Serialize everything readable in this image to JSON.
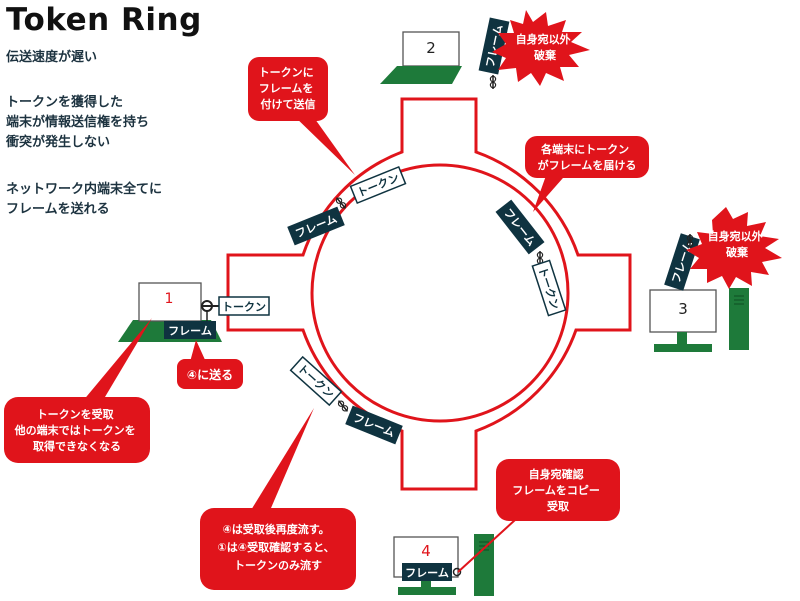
{
  "title": "Token Ring",
  "notes": {
    "speed": "伝送速度が遅い",
    "token_rule": "トークンを獲得した\n端末が情報送信権を持ち\n衝突が発生しない",
    "broadcast": "ネットワーク内端末全てに\nフレームを送れる"
  },
  "terminals": {
    "t1": "1",
    "t2": "2",
    "t3": "3",
    "t4": "4"
  },
  "tags": {
    "token": "トークン",
    "frame": "フレーム"
  },
  "callouts": {
    "attach_send": "トークンに\nフレームを\n付けて送信",
    "deliver": "各端末にトークン\nがフレームを届ける",
    "send_to_4": "④に送る",
    "receive_token": "トークンを受取\n他の端末ではトークンを\n取得できなくなる",
    "resend": "④は受取後再度流す。\n①は④受取確認すると、\nトークンのみ流す",
    "self_copy": "自身宛確認\nフレームをコピー\n受取",
    "discard_2": "自身宛以外\n破棄",
    "discard_3": "自身宛以外\n破棄"
  },
  "colors": {
    "ring": "#e0141b",
    "callout": "#e0141b",
    "navy": "#0f3340",
    "green": "#1e7a3a"
  }
}
